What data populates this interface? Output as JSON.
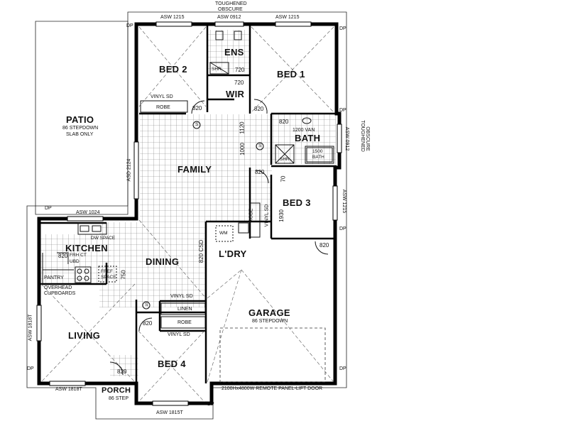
{
  "rooms": {
    "bed2": "BED 2",
    "bed1": "BED 1",
    "ens": "ENS",
    "wir": "WIR",
    "bath": "BATH",
    "family": "FAMILY",
    "patio": "PATIO",
    "patio_note_1": "86 STEPDOWN",
    "patio_note_2": "SLAB ONLY",
    "bed3": "BED 3",
    "kitchen": "KITCHEN",
    "dining": "DINING",
    "ldry": "L'DRY",
    "garage": "GARAGE",
    "garage_note": "86 STEPDOWN",
    "living": "LIVING",
    "bed4": "BED 4",
    "porch": "PORCH",
    "porch_note": "86 STEP"
  },
  "fixtures": {
    "robe": "ROBE",
    "vinyl_sd": "VINYL SD",
    "linen": "LINEN",
    "pantry": "PANTRY",
    "overhead_1": "OVERHEAD",
    "overhead_2": "CUPBOARDS",
    "dw_space": "DW SPACE",
    "frh_ct": "FRH CT",
    "ubd": "UBD",
    "van_1200": "1200 VAN",
    "bath_1500": "1500",
    "bath_word": "BATH",
    "shr": "SHR",
    "wm": "WM",
    "fridge_1": "FREF",
    "fridge_2": "SPACE",
    "s": "S"
  },
  "windows": {
    "top_bed2": "ASW 1215",
    "top_ens": "ASW 0912",
    "top_bed1": "ASW 1215",
    "top_note_1": "TOUGHENED",
    "top_note_2": "OBSCURE",
    "kitchen_win": "ASW 1024",
    "bath_side": "ASW 0912",
    "bath_note_1": "TOUGHENED",
    "bath_note_2": "OBSCURE",
    "bed3_side": "ASW 1215",
    "family_side": "ASD 2124",
    "living_side": "ASW 1818T",
    "living_bottom": "ASW 1818T",
    "bed4_bottom": "ASW 1815T",
    "garage_door": "2100Hx4800W REMOTE PANEL-LIFT DOOR",
    "dp": "DP"
  },
  "dimensions": {
    "d820": "820",
    "d720": "720",
    "d1000": "1000",
    "d1120": "1120",
    "d70": "70",
    "d1930": "1930",
    "d750": "750",
    "d820csd": "820 CSD"
  }
}
